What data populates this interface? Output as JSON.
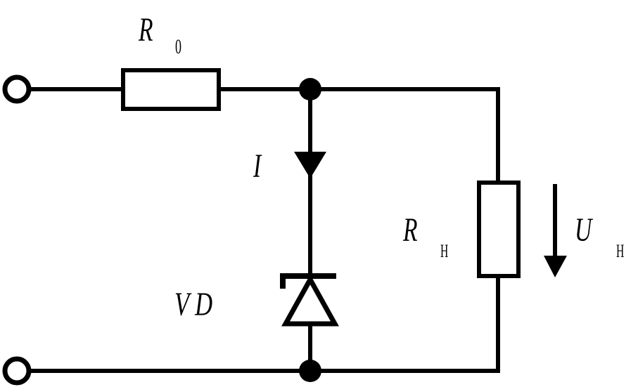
{
  "labels": {
    "r0_main": "R",
    "r0_sub": "0",
    "current": "I",
    "rh_main": "R",
    "rh_sub": "H",
    "vd": "V D",
    "uh_main": "U",
    "uh_sub": "H"
  }
}
